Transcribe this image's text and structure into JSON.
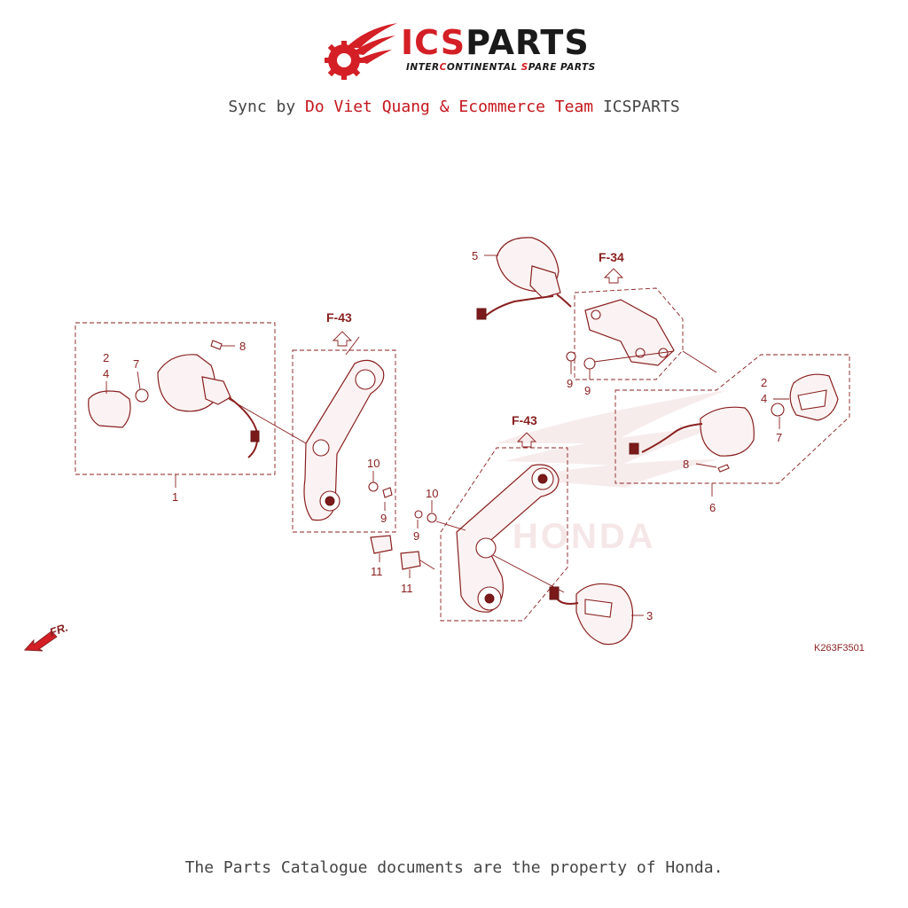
{
  "logo": {
    "brand_prefix": "ICS",
    "brand_suffix": "PARTS",
    "tagline_parts": [
      "INTER",
      "C",
      "ONTINENTAL ",
      "S",
      "PARE PARTS"
    ]
  },
  "sync": {
    "prefix": "Sync by ",
    "highlight": "Do Viet Quang & Ecommerce Team",
    "suffix": " ICSPARTS"
  },
  "diagram": {
    "callouts": {
      "c1": "1",
      "c2a": "2",
      "c4a": "4",
      "c7a": "7",
      "c8a": "8",
      "c10a": "10",
      "c9a": "9",
      "c11a": "11",
      "c10b": "10",
      "c9b": "9",
      "c11b": "11",
      "c5": "5",
      "c9c": "9",
      "c9d": "9",
      "c2b": "2",
      "c4b": "4",
      "c7b": "7",
      "c8b": "8",
      "c6": "6",
      "c3": "3"
    },
    "refs": {
      "f43a": "F-43",
      "f43b": "F-43",
      "f34": "F-34"
    },
    "direction_label": "FR.",
    "watermark": "HONDA",
    "drawing_code": "K263F3501"
  },
  "footer": {
    "text": "The Parts Catalogue documents are the property of Honda."
  }
}
